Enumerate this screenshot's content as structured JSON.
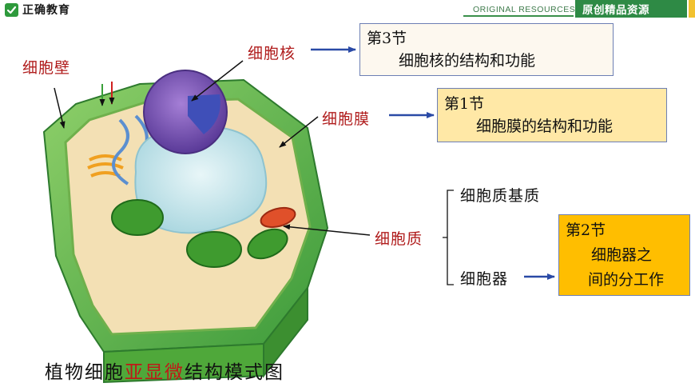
{
  "header": {
    "brand_title": "正确教育",
    "resources_text": "ORIGINAL RESOURCES",
    "tag_text": "原创精品资源"
  },
  "labels": {
    "cell_wall": "细胞壁",
    "nucleus": "细胞核",
    "membrane": "细胞膜",
    "cytoplasm": "细胞质",
    "matrix": "细胞质基质",
    "organelles": "细胞器"
  },
  "boxes": [
    {
      "section": "第3节",
      "lines": [
        "细胞核的结构和功能"
      ]
    },
    {
      "section": "第1节",
      "lines": [
        "细胞膜的结构和功能"
      ]
    },
    {
      "section": "第2节",
      "lines": [
        "细胞器之",
        "间的分工作"
      ]
    }
  ],
  "caption": {
    "part1": "植物细胞",
    "highlight": "亚显微",
    "part2": "结构模式图"
  },
  "colors": {
    "accent_red": "#b01c1c",
    "arrow_blue": "#2a4aa6",
    "brand_green": "#2e8a45",
    "box3_fill": "#ffbe00",
    "box2_fill": "#ffe8a6"
  }
}
